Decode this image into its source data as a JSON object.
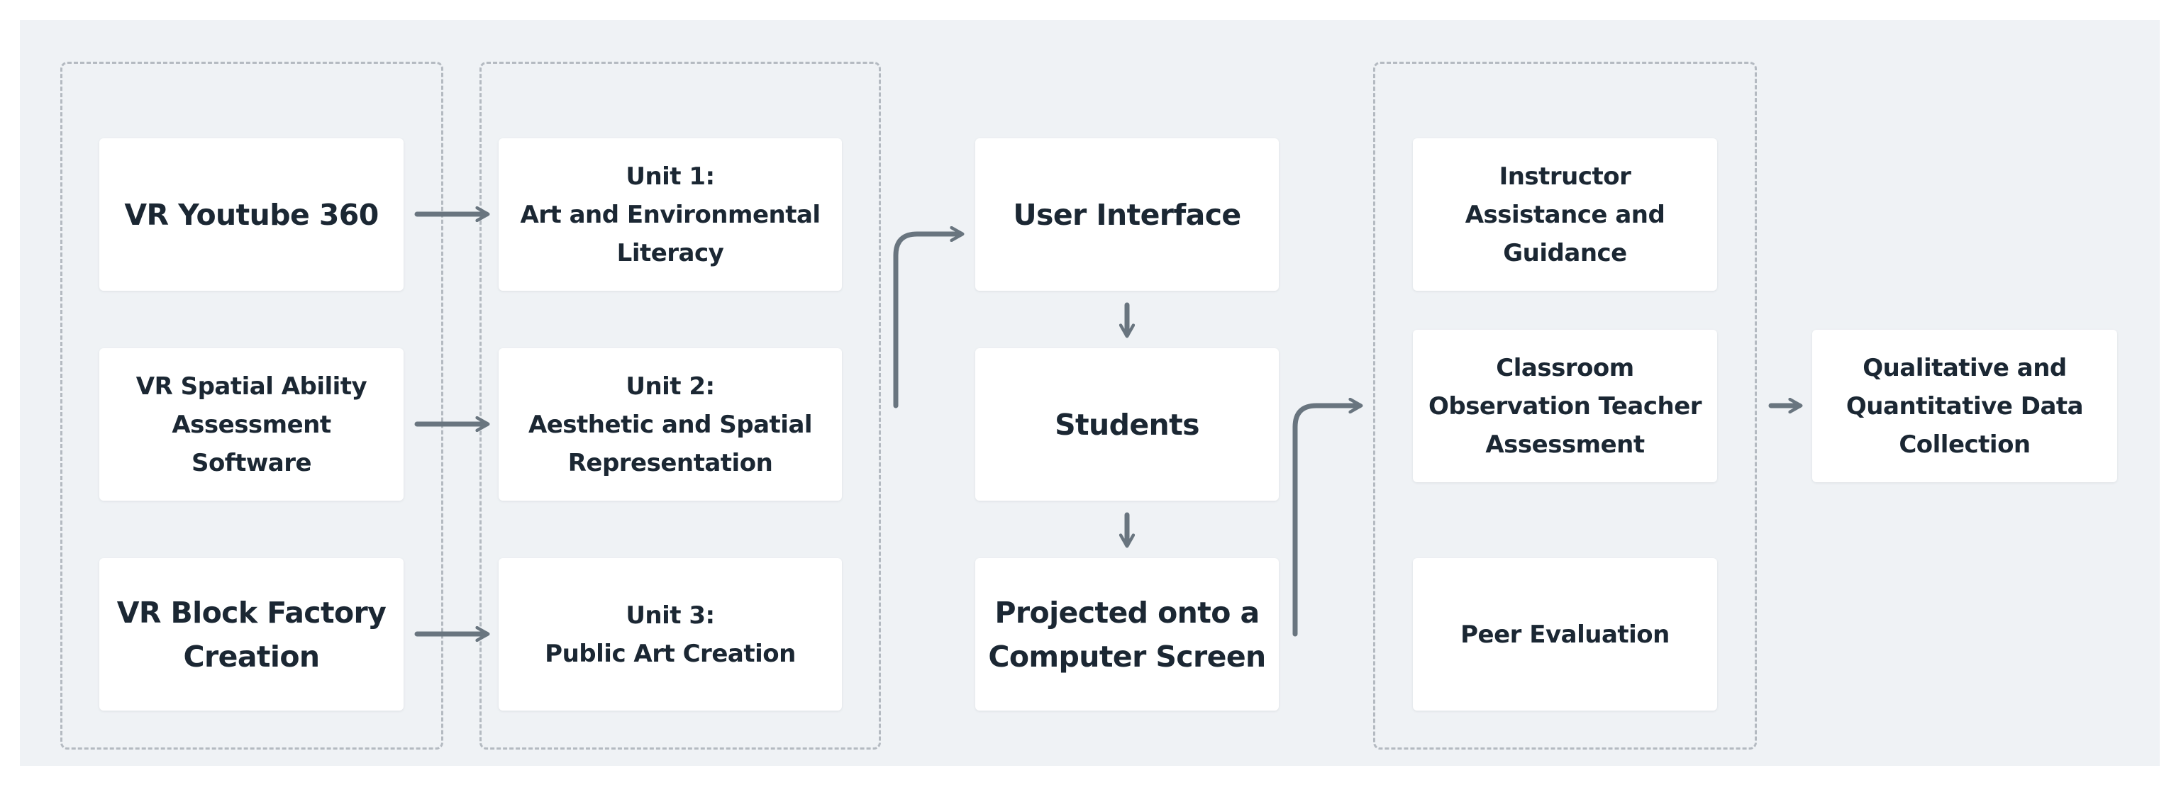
{
  "diagram": {
    "nodes": {
      "vr_youtube_360": "VR Youtube 360",
      "vr_spatial_ability": "VR Spatial Ability\nAssessment\nSoftware",
      "vr_block_factory": "VR Block Factory\nCreation",
      "unit1": "Unit 1:\nArt and Environmental\nLiteracy",
      "unit2": "Unit 2:\nAesthetic and Spatial\nRepresentation",
      "unit3": "Unit 3:\nPublic Art Creation",
      "user_interface": "User Interface",
      "students": "Students",
      "projected": "Projected onto a\nComputer Screen",
      "instructor": "Instructor\nAssistance and\nGuidance",
      "classroom": "Classroom\nObservation Teacher\nAssessment",
      "peer": "Peer Evaluation",
      "data_collection": "Qualitative and\nQuantitative Data\nCollection"
    },
    "edges": [
      {
        "from": "vr_youtube_360",
        "to": "unit1"
      },
      {
        "from": "vr_spatial_ability",
        "to": "unit2"
      },
      {
        "from": "vr_block_factory",
        "to": "unit3"
      },
      {
        "from": "unit_group",
        "to": "user_interface"
      },
      {
        "from": "user_interface",
        "to": "students"
      },
      {
        "from": "students",
        "to": "projected"
      },
      {
        "from": "projected",
        "to": "evaluation_group"
      },
      {
        "from": "evaluation_group",
        "to": "data_collection"
      }
    ],
    "colors": {
      "background": "#eff2f5",
      "box": "#ffffff",
      "text": "#1b2733",
      "arrow": "#69757f",
      "group_border": "#b4bac1"
    }
  }
}
